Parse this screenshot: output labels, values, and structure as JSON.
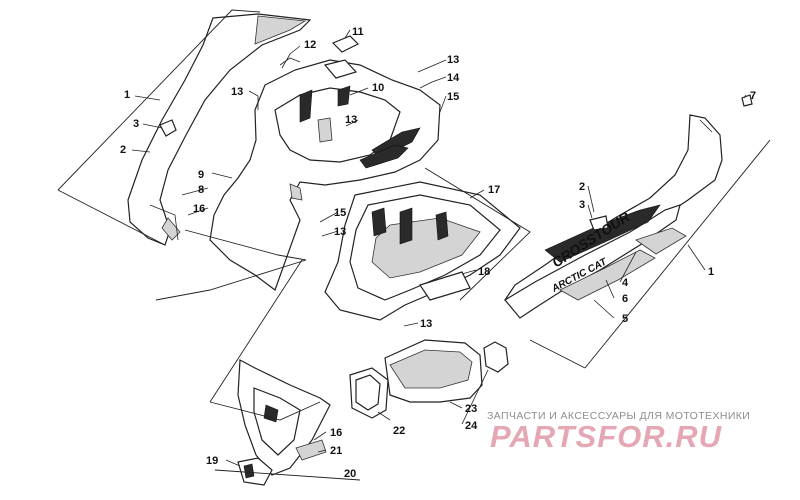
{
  "diagram": {
    "callouts": [
      "1",
      "2",
      "3",
      "4",
      "5",
      "6",
      "7",
      "8",
      "9",
      "10",
      "11",
      "12",
      "13",
      "14",
      "15",
      "16",
      "17",
      "18",
      "19",
      "20",
      "21",
      "22",
      "23",
      "24"
    ]
  },
  "decals": {
    "model": "CROSSTOUR",
    "brand": "ARCTIC CAT"
  },
  "watermark": {
    "tagline": "ЗАПЧАСТИ И АКСЕССУАРЫ ДЛЯ МОТОТЕХНИКИ",
    "site": "PARTSFOR.RU",
    "color": "#e4a7b3"
  },
  "colors": {
    "line": "#222222",
    "shade": "#d4d4d4",
    "background": "#ffffff"
  }
}
